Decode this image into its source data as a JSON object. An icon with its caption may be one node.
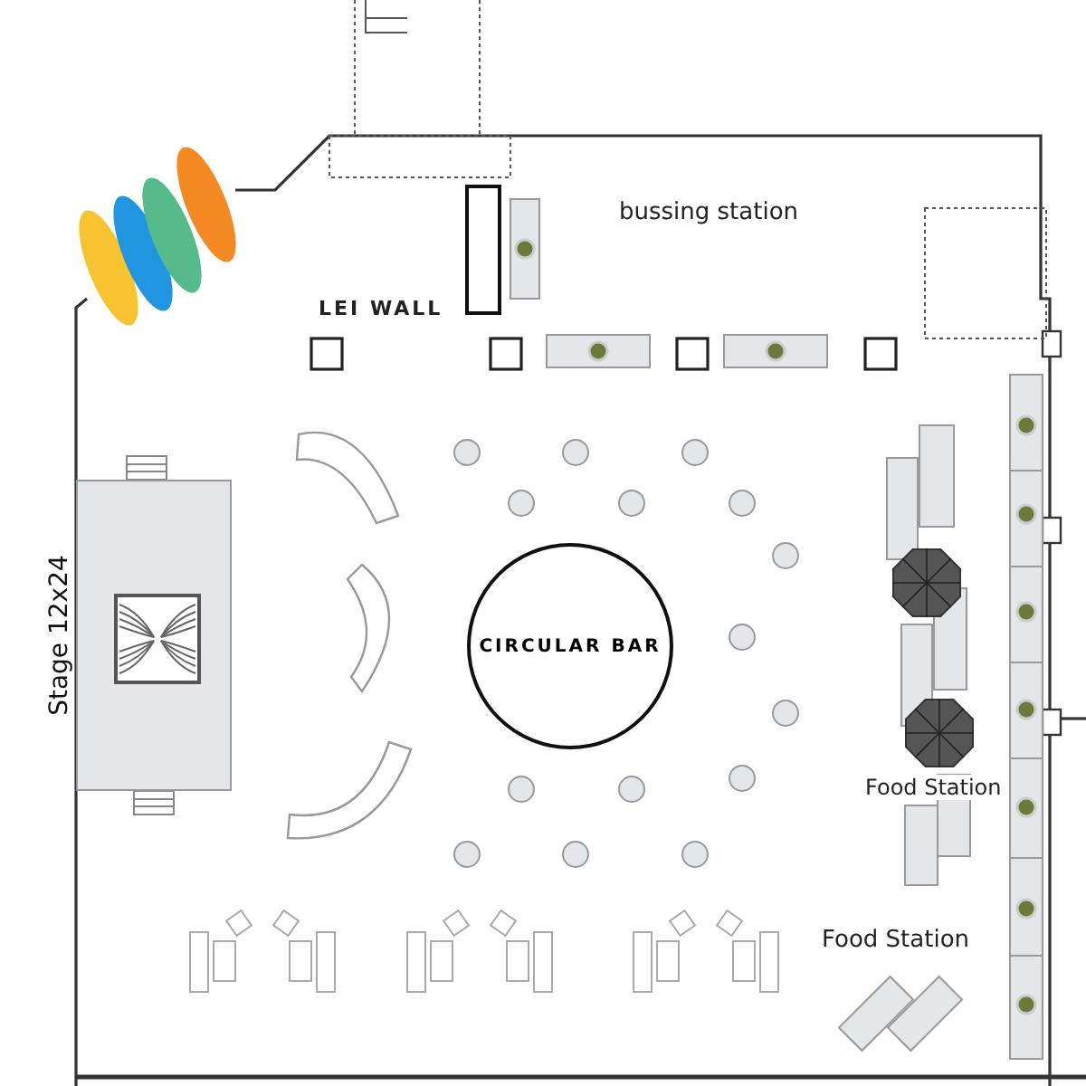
{
  "diagram": {
    "nodes": [
      {
        "text": [
          "Stage 12x24"
        ]
      },
      {
        "text": [
          "CIRCULAR BAR"
        ]
      }
    ],
    "labels": [
      "bussing station",
      "LEI WALL",
      "Food Station",
      "Food Station"
    ]
  }
}
